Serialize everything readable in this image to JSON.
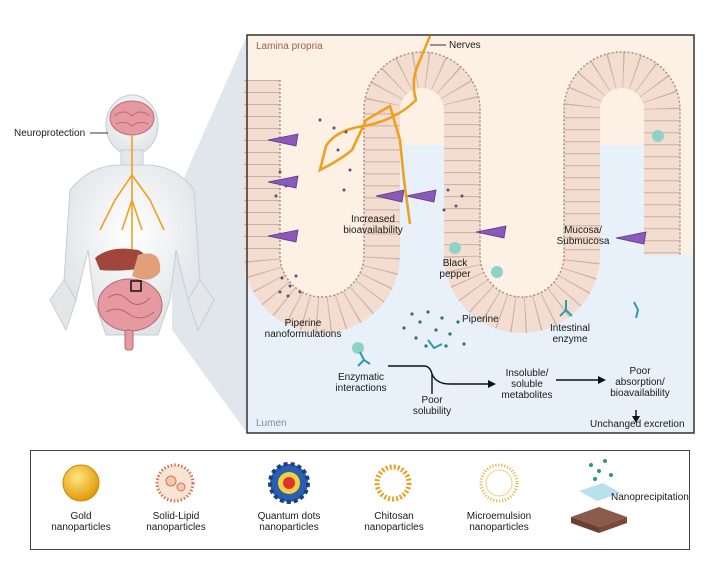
{
  "labels": {
    "neuroprotection": "Neuroprotection",
    "lamina_propria": "Lamina propria",
    "nerves": "Nerves",
    "increased_bioavailability": "Increased\nbioavailability",
    "black_pepper": "Black\npepper",
    "mucosa": "Mucosa/\nSubmucosa",
    "piperine_nanoformulations": "Piperine\nnanoformulations",
    "piperine": "Piperine",
    "intestinal_enzyme": "Intestinal\nenzyme",
    "enzymatic_interactions": "Enzymatic\ninteractions",
    "poor_solubility": "Poor\nsolubility",
    "metabolites": "Insoluble/\nsoluble\nmetabolites",
    "poor_absorption": "Poor\nabsorption/\nbioavailability",
    "unchanged_excretion": "Unchanged excretion",
    "lumen": "Lumen"
  },
  "legend": [
    {
      "label": "Gold\nnanoparticles",
      "icon": "gold-nanoparticle-icon"
    },
    {
      "label": "Solid-Lipid\nnanoparticles",
      "icon": "solid-lipid-nanoparticle-icon"
    },
    {
      "label": "Quantum dots\nnanoparticles",
      "icon": "quantum-dot-icon"
    },
    {
      "label": "Chitosan\nnanoparticles",
      "icon": "chitosan-nanoparticle-icon"
    },
    {
      "label": "Microemulsion\nnanoparticles",
      "icon": "microemulsion-nanoparticle-icon"
    },
    {
      "label": "Nanoprecipitation",
      "icon": "nanoprecipitation-icon"
    }
  ],
  "colors": {
    "lamina": "#fdf1e6",
    "lumen": "#e8f0fa",
    "cells": "#f3ddd0",
    "cell_border": "#c9a99a",
    "nerve": "#f0a020",
    "purple_cell": "#8a5ab8",
    "teal": "#8fd3c8",
    "enzyme": "#2a9cb0",
    "gold": "#f2b81c"
  }
}
